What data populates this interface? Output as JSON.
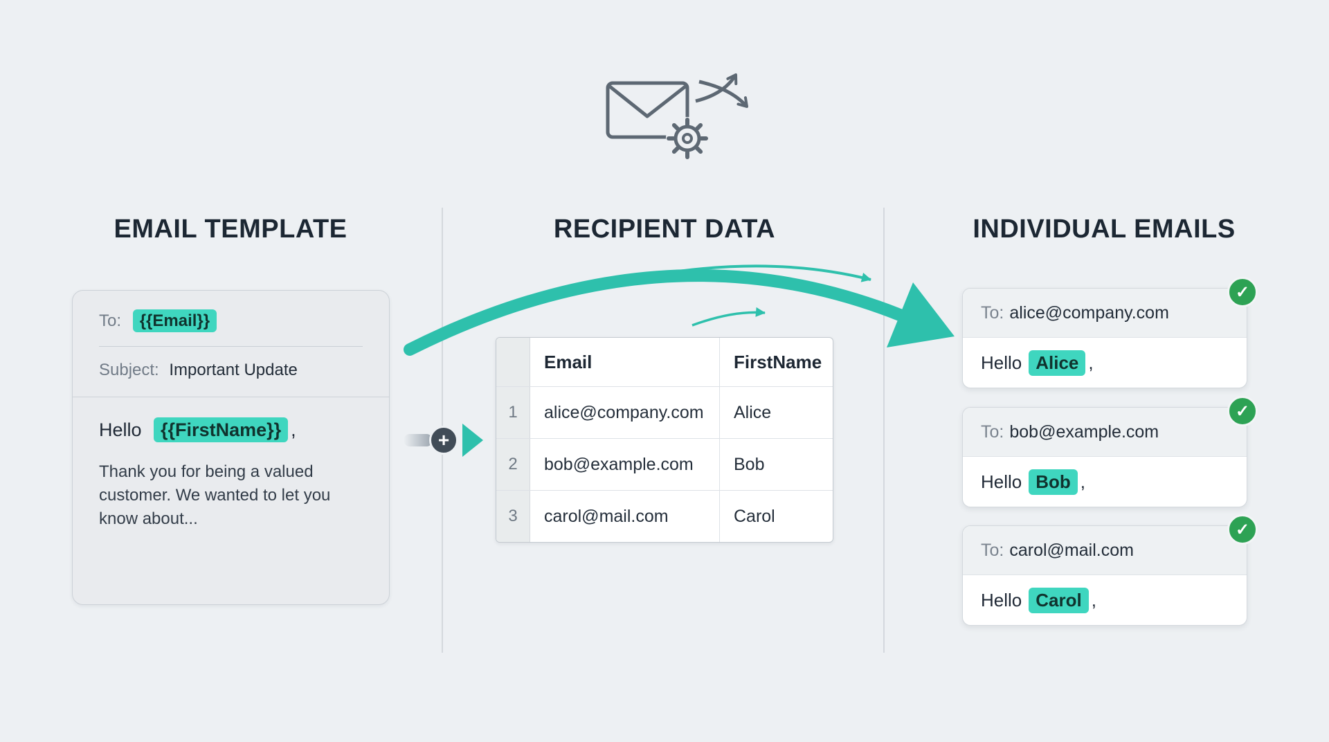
{
  "meta": {
    "background": "#edf0f3",
    "accent_teal": "#2ec0ac",
    "highlight_teal": "#3fd6bf",
    "success_green": "#2da254",
    "check_char": "✓",
    "plus_char": "+"
  },
  "header": {
    "icon": "envelope-send-gear-icon"
  },
  "template_col": {
    "title": "EMAIL TEMPLATE",
    "card": {
      "to_label": "To:",
      "to_token": "{{Email}}",
      "subject_label": "Subject:",
      "subject_value": "Important Update",
      "greeting_prefix": "Hello",
      "greeting_token": "{{FirstName}}",
      "greeting_comma": ",",
      "body_text": "Thank you for being a valued customer. We wanted to let you know about..."
    }
  },
  "recipients_col": {
    "title": "RECIPIENT DATA",
    "table": {
      "col_email": "Email",
      "col_firstname": "FirstName",
      "rows": [
        {
          "n": "1",
          "email": "alice@company.com",
          "first": "Alice"
        },
        {
          "n": "2",
          "email": "bob@example.com",
          "first": "Bob"
        },
        {
          "n": "3",
          "email": "carol@mail.com",
          "first": "Carol"
        }
      ]
    }
  },
  "emails_col": {
    "title": "INDIVIDUAL EMAILS",
    "cards": [
      {
        "to_label": "To:",
        "address": "alice@company.com",
        "greeting_prefix": "Hello",
        "name": "Alice",
        "comma": ","
      },
      {
        "to_label": "To:",
        "address": "bob@example.com",
        "greeting_prefix": "Hello",
        "name": "Bob",
        "comma": ","
      },
      {
        "to_label": "To:",
        "address": "carol@mail.com",
        "greeting_prefix": "Hello",
        "name": "Carol",
        "comma": ","
      }
    ]
  }
}
